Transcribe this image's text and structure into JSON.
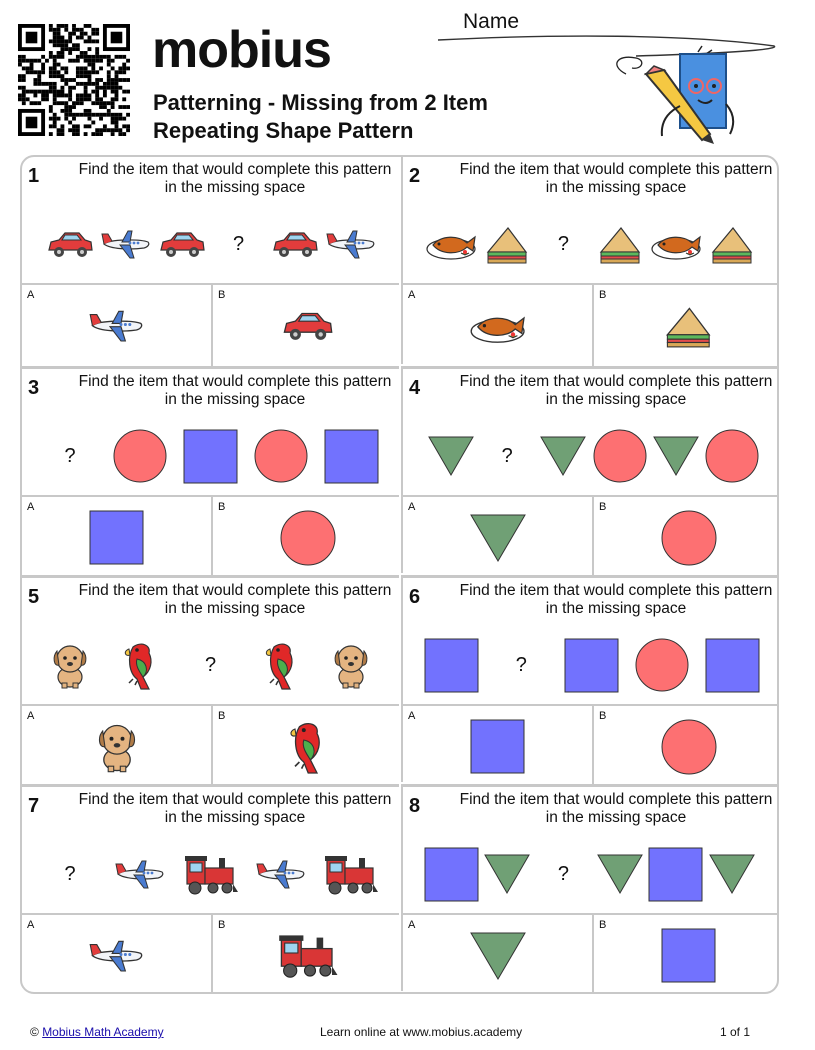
{
  "header": {
    "logo_text": "mobius",
    "title_line1": "Patterning - Missing from 2 Item",
    "title_line2": "Repeating Shape Pattern",
    "name_label": "Name"
  },
  "instruction": "Find the item that would complete this pattern in the missing space",
  "problems": [
    {
      "number": "1",
      "sequence": [
        "car",
        "plane",
        "car",
        "?",
        "car",
        "plane"
      ],
      "a": "plane",
      "b": "car"
    },
    {
      "number": "2",
      "sequence": [
        "fish",
        "sandwich",
        "?",
        "sandwich",
        "fish",
        "sandwich"
      ],
      "a": "fish",
      "b": "sandwich"
    },
    {
      "number": "3",
      "sequence": [
        "?",
        "circle",
        "square",
        "circle",
        "square"
      ],
      "a": "square",
      "b": "circle"
    },
    {
      "number": "4",
      "sequence": [
        "triangle",
        "?",
        "triangle",
        "circle",
        "triangle",
        "circle"
      ],
      "a": "triangle",
      "b": "circle"
    },
    {
      "number": "5",
      "sequence": [
        "dog",
        "parrot",
        "?",
        "parrot",
        "dog"
      ],
      "a": "dog",
      "b": "parrot"
    },
    {
      "number": "6",
      "sequence": [
        "square",
        "?",
        "square",
        "circle",
        "square"
      ],
      "a": "square",
      "b": "circle"
    },
    {
      "number": "7",
      "sequence": [
        "?",
        "plane",
        "train",
        "plane",
        "train"
      ],
      "a": "plane",
      "b": "train"
    },
    {
      "number": "8",
      "sequence": [
        "square",
        "triangle",
        "?",
        "triangle",
        "square",
        "triangle"
      ],
      "a": "triangle",
      "b": "square"
    }
  ],
  "answer_labels": {
    "a": "A",
    "b": "B"
  },
  "footer": {
    "copyright": "©",
    "link_text": "Mobius Math Academy",
    "center": "Learn online at www.mobius.academy",
    "page": "1 of 1"
  },
  "colors": {
    "circle": "#fd7072",
    "square": "#7272fe",
    "triangle": "#70a075",
    "border": "#c8c8c8"
  }
}
